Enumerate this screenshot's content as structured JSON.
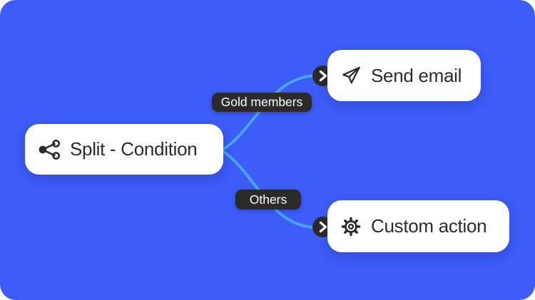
{
  "colors": {
    "canvas-bg": "#3e5cf7",
    "connector": "#48a5f5",
    "card-bg": "#ffffff",
    "badge-bg": "#2b2b2b",
    "badge-text": "#ffffff",
    "text": "#2b2b2b"
  },
  "nodes": {
    "split": {
      "label": "Split - Condition",
      "icon": "split-condition-icon"
    },
    "send_email": {
      "label": "Send email",
      "icon": "send-email-icon"
    },
    "custom_action": {
      "label": "Custom action",
      "icon": "gear-icon"
    }
  },
  "branch_labels": {
    "gold_members": "Gold members",
    "others": "Others"
  }
}
